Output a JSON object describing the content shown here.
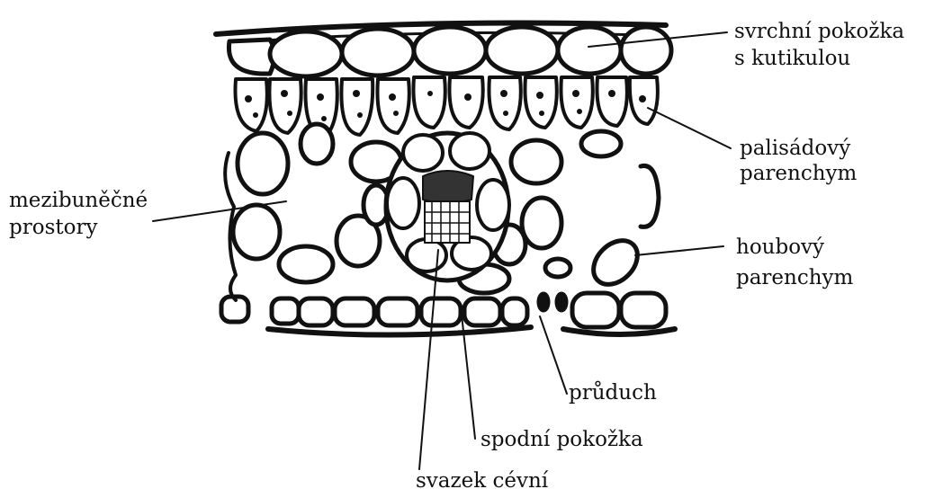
{
  "diagram": {
    "labels": {
      "upper_epidermis_1": "svrchní pokožka",
      "upper_epidermis_2": "s kutikulou",
      "palisade_1": "palisádový",
      "palisade_2": "parenchym",
      "spaces_1": "mezibuněčné",
      "spaces_2": "prostory",
      "spongy_1": "houbový",
      "spongy_2": "parenchym",
      "stoma": "průduch",
      "lower_epidermis": "spodní pokožka",
      "vascular_bundle": "svazek cévní"
    }
  }
}
